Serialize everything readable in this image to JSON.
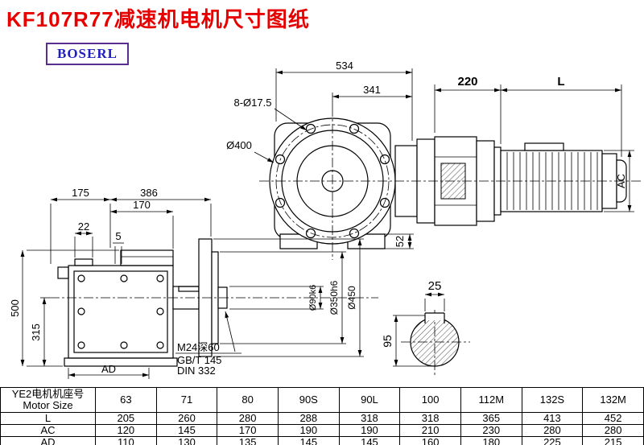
{
  "colors": {
    "title": "#e60000",
    "logo_text": "#1f1fbf",
    "logo_border": "#5a2d91"
  },
  "header": {
    "title": "KF107R77减速机电机尺寸图纸",
    "logo": "BOSERL"
  },
  "top_view": {
    "dim_overall": "534",
    "dim_341": "341",
    "bolt_note": "8-Ø17.5",
    "flange_dia": "Ø400",
    "dim_52": "52",
    "dim_220": "220",
    "dim_L": "L",
    "dim_AC": "AC"
  },
  "side_view": {
    "dim_175": "175",
    "dim_386": "386",
    "dim_170": "170",
    "dim_22": "22",
    "dim_5": "5",
    "dim_500": "500",
    "dim_315": "315",
    "dim_AD": "AD",
    "shaft_dia": "Ø90k6",
    "spigot_dia": "Ø350h6",
    "flange_od": "Ø450",
    "note_tap": "M24深60",
    "note_gbt": "GB/T 145",
    "note_din": "DIN 332"
  },
  "section_view": {
    "key_width": "25",
    "dia_over_key": "95"
  },
  "table": {
    "motor_label_cn": "YE2电机机座号",
    "motor_label_en": "Motor Size",
    "sizes": [
      "63",
      "71",
      "80",
      "90S",
      "90L",
      "100",
      "112M",
      "132S",
      "132M"
    ],
    "rows": [
      {
        "label": "L",
        "values": [
          "205",
          "260",
          "280",
          "288",
          "318",
          "318",
          "365",
          "413",
          "452"
        ]
      },
      {
        "label": "AC",
        "values": [
          "120",
          "145",
          "170",
          "190",
          "190",
          "210",
          "230",
          "280",
          "280"
        ]
      },
      {
        "label": "AD",
        "values": [
          "110",
          "130",
          "135",
          "145",
          "145",
          "160",
          "180",
          "225",
          "215"
        ]
      }
    ]
  }
}
